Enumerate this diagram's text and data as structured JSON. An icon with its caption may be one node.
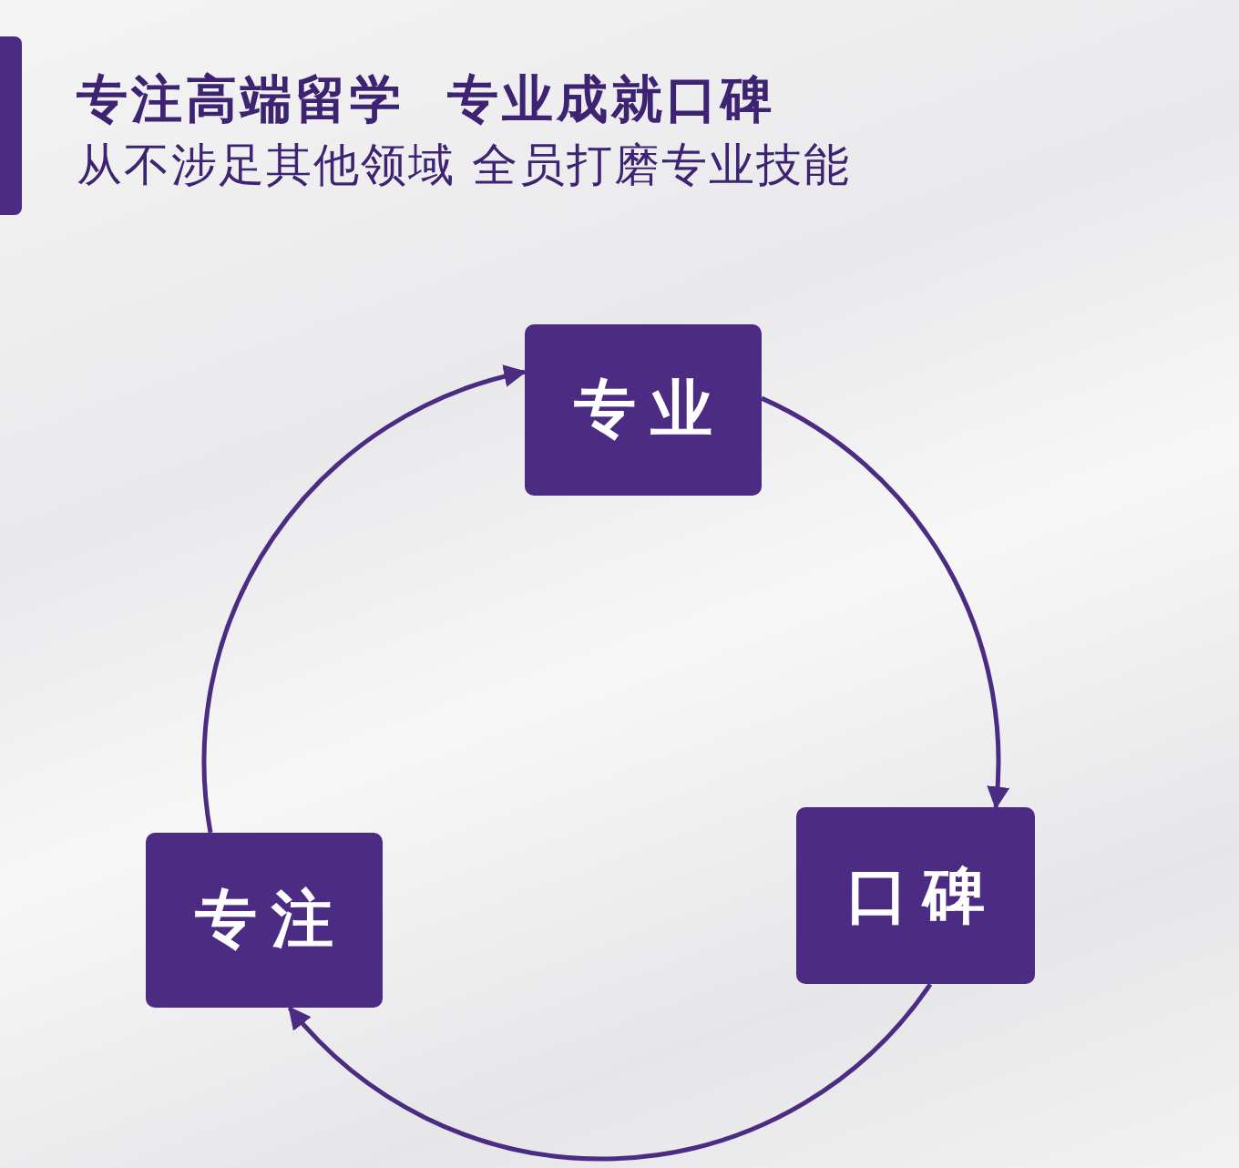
{
  "diagram": {
    "title": "专注高端留学  专业成就口碑",
    "nodes": [
      {
        "text": [
          "专业"
        ]
      },
      {
        "text": [
          "口碑"
        ]
      },
      {
        "text": [
          "专注"
        ]
      }
    ],
    "edges": [
      {
        "from": 0,
        "to": 1,
        "arrow": "to"
      },
      {
        "from": 1,
        "to": 2,
        "arrow": "to"
      },
      {
        "from": 2,
        "to": 0,
        "arrow": "to"
      }
    ],
    "labels": [
      "从不涉足其他领域 全员打磨专业技能"
    ]
  }
}
